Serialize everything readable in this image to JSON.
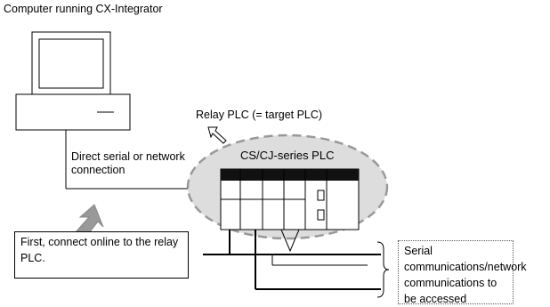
{
  "diagram": {
    "computer_label": "Computer running CX-Integrator",
    "relay_label": "Relay PLC (= target PLC)",
    "connection_label": "Direct serial or network connection",
    "plc_label": "CS/CJ-series PLC",
    "note": "First, connect online to the relay PLC.",
    "networks_label": "Serial communications/network communications to be accessed"
  },
  "colors": {
    "ellipse_fill": "#dddddd",
    "ellipse_stroke": "#999999",
    "arrow_fill": "#999999",
    "rack_header": "#111111"
  },
  "icons": {
    "computer": "desktop-computer-icon",
    "relay_pointer": "hollow-arrow-icon",
    "connect_arrow": "arrow-up-icon"
  }
}
